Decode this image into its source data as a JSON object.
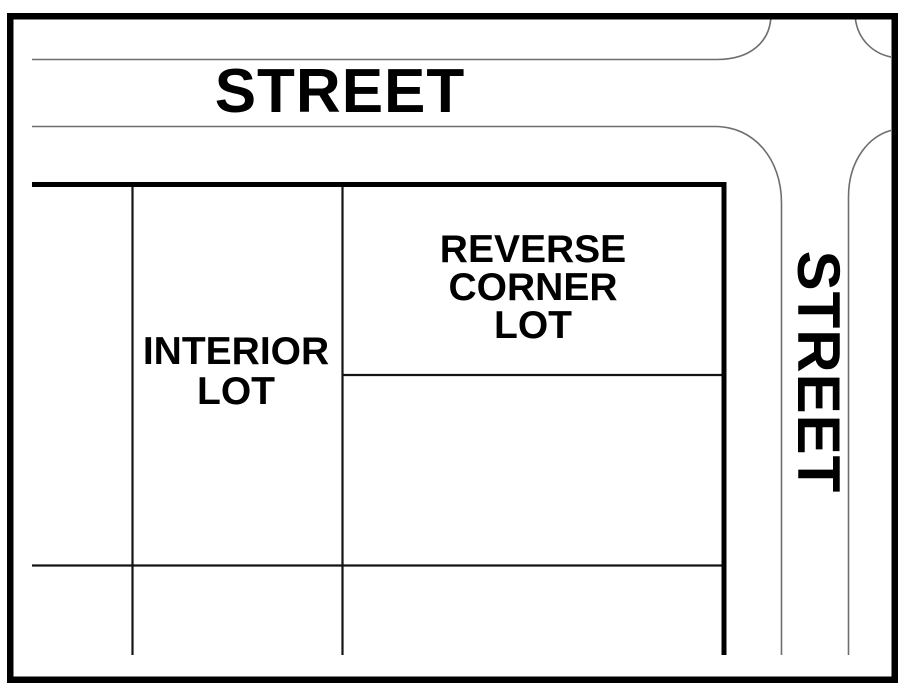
{
  "diagram": {
    "street_top_label": "STREET",
    "street_right_label": "STREET",
    "lots": {
      "interior_lot_label": "INTERIOR\nLOT",
      "reverse_corner_lot_label": "REVERSE\nCORNER\nLOT"
    }
  },
  "colors": {
    "background": "#ffffff",
    "frame": "#000000",
    "street_line": "#6e6e6e",
    "lot_line": "#141414",
    "lot_line_thick": "#000000",
    "text": "#000000"
  }
}
